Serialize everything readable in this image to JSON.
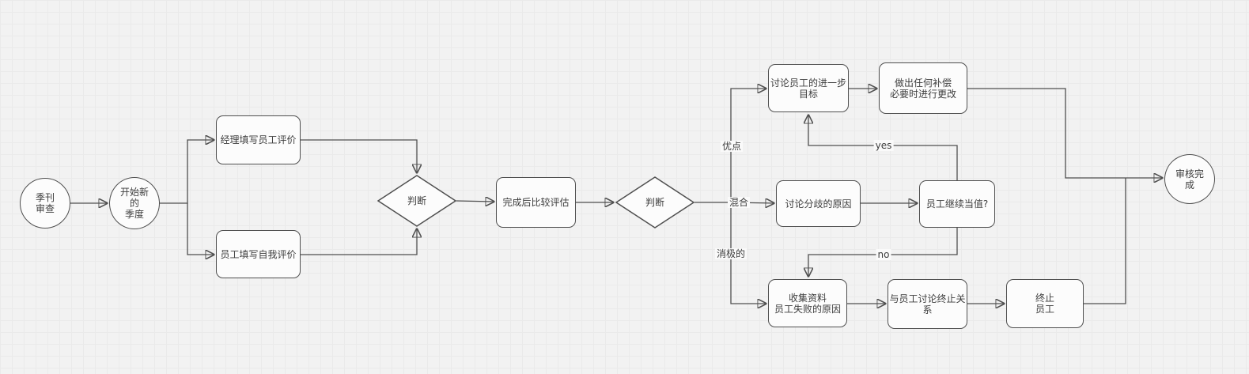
{
  "diagram_type": "flowchart",
  "colors": {
    "background": "#f2f2f2",
    "grid_line": "#eaeaea",
    "shape_fill": "#fcfcfc",
    "shape_border": "#4f4f4f",
    "connector": "#4f4f4f",
    "text": "#3d3d3d"
  },
  "nodes": {
    "quarterly_review": {
      "shape": "circle",
      "lines": [
        "季刊",
        "审查"
      ]
    },
    "start_new_quarter": {
      "shape": "circle",
      "lines": [
        "开始新",
        "的",
        "季度"
      ]
    },
    "manager_eval": {
      "shape": "rect",
      "lines": [
        "经理填写员工评价"
      ]
    },
    "employee_self_eval": {
      "shape": "rect",
      "lines": [
        "员工填写自我评价"
      ]
    },
    "decision1": {
      "shape": "diamond",
      "lines": [
        "判断"
      ]
    },
    "compare_eval": {
      "shape": "rect",
      "lines": [
        "完成后比较评估"
      ]
    },
    "decision2": {
      "shape": "diamond",
      "lines": [
        "判断"
      ]
    },
    "discuss_goals": {
      "shape": "rect",
      "lines": [
        "讨论员工的进一步",
        "目标"
      ]
    },
    "make_changes": {
      "shape": "rect",
      "lines": [
        "做出任何补偿",
        "必要时进行更改"
      ]
    },
    "discuss_disagreement": {
      "shape": "rect",
      "lines": [
        "讨论分歧的原因"
      ]
    },
    "employee_continue": {
      "shape": "rect",
      "lines": [
        "员工继续当值?"
      ]
    },
    "collect_info": {
      "shape": "rect",
      "lines": [
        "收集资料",
        "员工失败的原因"
      ]
    },
    "discuss_termination": {
      "shape": "rect",
      "lines": [
        "与员工讨论终止关",
        "系"
      ]
    },
    "terminate_employee": {
      "shape": "rect",
      "lines": [
        "终止",
        "员工"
      ]
    },
    "review_complete": {
      "shape": "circle",
      "lines": [
        "审核完",
        "成"
      ]
    }
  },
  "edge_labels": {
    "merit": "优点",
    "mixed": "混合",
    "negative": "消极的",
    "yes": "yes",
    "no": "no"
  }
}
